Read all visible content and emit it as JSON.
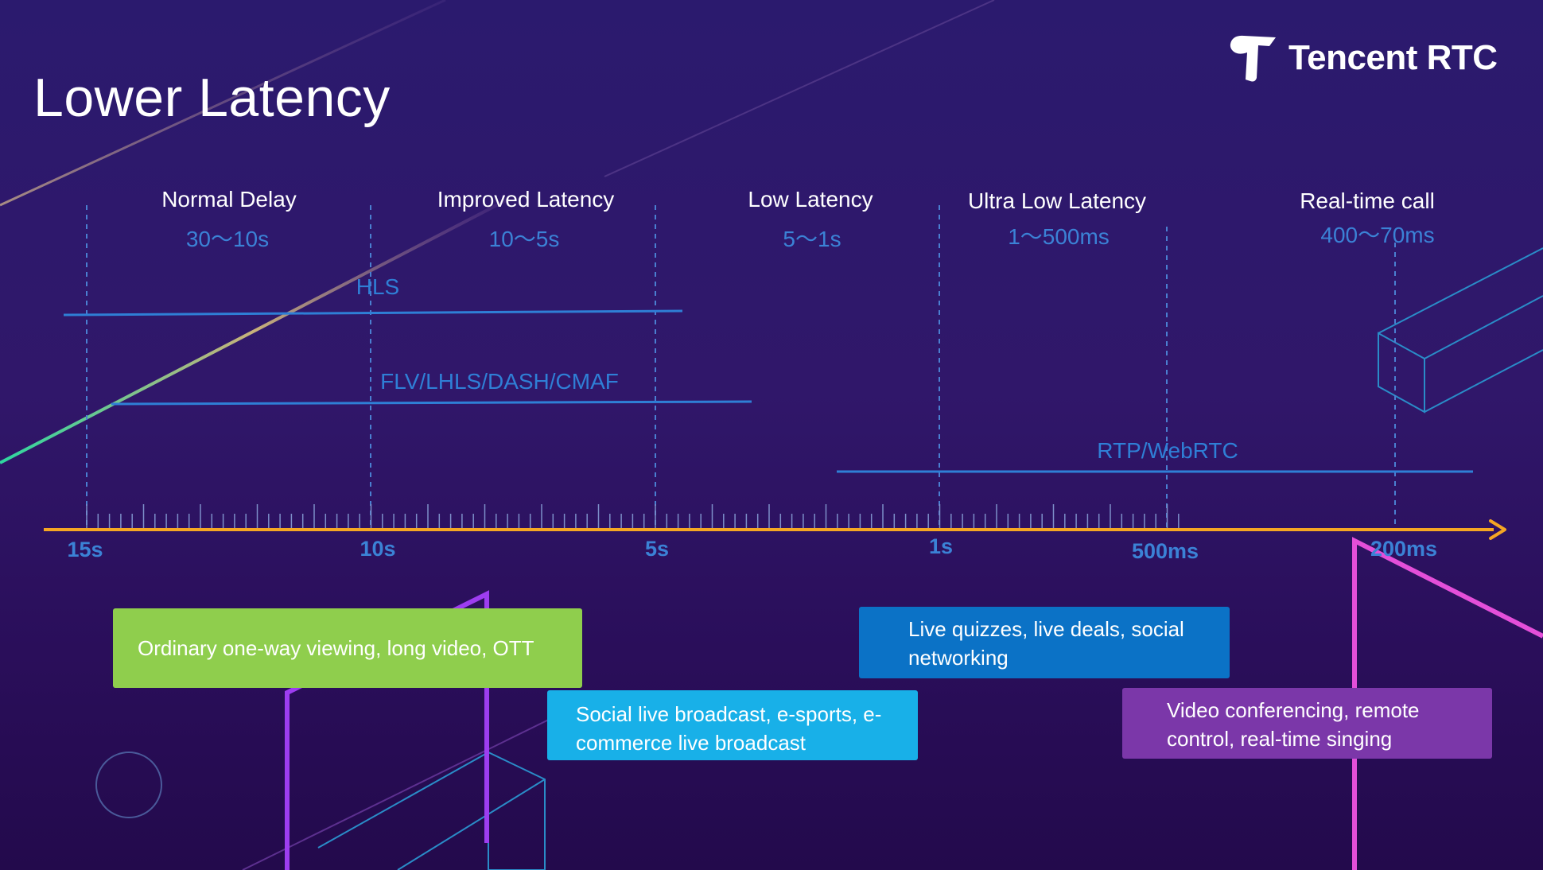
{
  "title": "Lower Latency",
  "brand": {
    "name": "Tencent RTC",
    "logo_icon": "tencent-rtc-logo-icon"
  },
  "colors": {
    "axis": "#f5a623",
    "dashed_line": "#4a7fd1",
    "protocol": "#2f7fd6",
    "label": "#3b82d6",
    "green_box": "#8fce4d",
    "cyan_box": "#18b0e8",
    "blue_box": "#0b72c6",
    "purple_box": "#7b37a9"
  },
  "categories": [
    {
      "label": "Normal Delay",
      "range": "30～10s"
    },
    {
      "label": "Improved Latency",
      "range": "10～5s"
    },
    {
      "label": "Low Latency",
      "range": "5～1s"
    },
    {
      "label": "Ultra Low Latency",
      "range": "1～500ms"
    },
    {
      "label": "Real-time call",
      "range": "400～70ms"
    }
  ],
  "axis_labels": [
    "15s",
    "10s",
    "5s",
    "1s",
    "500ms",
    "200ms"
  ],
  "protocols": [
    {
      "label": "HLS"
    },
    {
      "label": "FLV/LHLS/DASH/CMAF"
    },
    {
      "label": "RTP/WebRTC"
    }
  ],
  "use_cases": {
    "ordinary": "Ordinary one-way viewing, long video, OTT",
    "social": "Social live broadcast, e-sports, e-commerce live broadcast",
    "quizzes": "Live quizzes, live deals, social networking",
    "conferencing": "Video conferencing, remote control, real-time singing"
  }
}
